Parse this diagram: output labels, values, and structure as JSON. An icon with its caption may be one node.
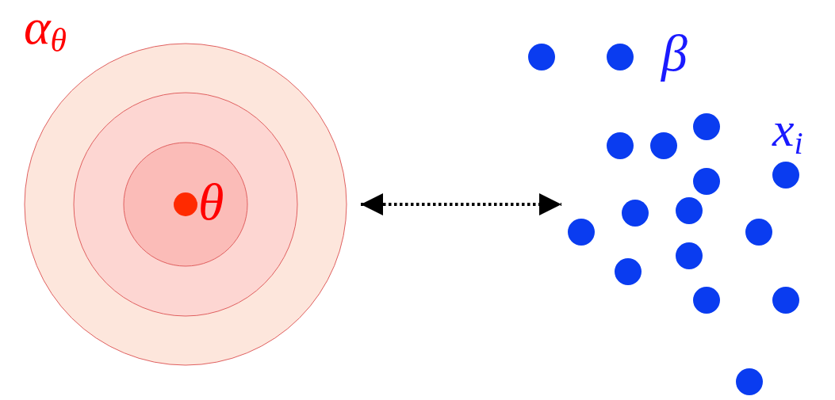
{
  "diagram": {
    "nodes": [
      {
        "text": [
          "α$_{θ}$",
          "θ"
        ]
      },
      {
        "text": [
          "β",
          "x$_{i}$"
        ]
      }
    ],
    "edges": [
      {
        "from": 0,
        "to": 1,
        "arrow": "both",
        "style": "dashed"
      }
    ]
  }
}
